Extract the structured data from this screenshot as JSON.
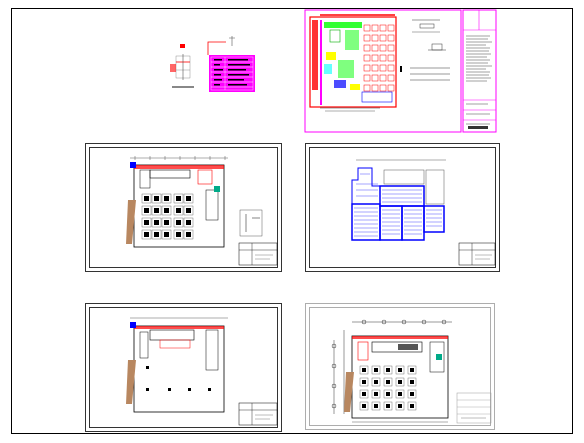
{
  "colors": {
    "background": "#ffffff",
    "frame": "#000000",
    "magenta": "#ff00ff",
    "red": "#ff0000",
    "green": "#00ff00",
    "blue": "#0000ff",
    "yellow": "#ffff00",
    "tan": "#b88760",
    "cyan": "#00ffff",
    "gray": "#555555"
  },
  "sheets": [
    {
      "id": "overview-sheet",
      "kind": "overview"
    },
    {
      "id": "furniture-plan-sheet",
      "kind": "furniture"
    },
    {
      "id": "floor-tile-sheet",
      "kind": "tile"
    },
    {
      "id": "wall-plan-sheet",
      "kind": "wall"
    },
    {
      "id": "dimensioned-plan-sheet",
      "kind": "dimensioned"
    }
  ]
}
